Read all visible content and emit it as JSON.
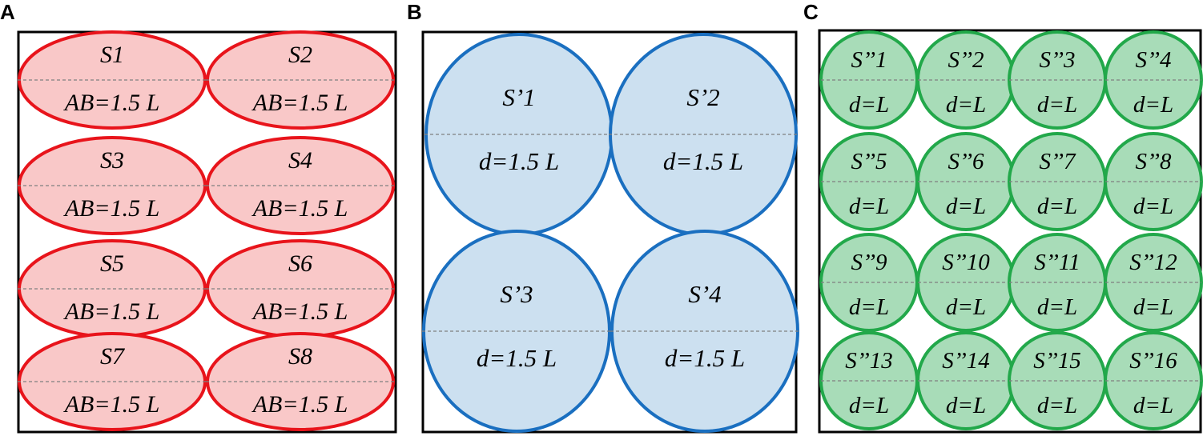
{
  "panels": [
    {
      "letter": "A",
      "edge_color": "#e8141b",
      "fill_color": "#f9c8c8",
      "shapes": [
        {
          "name": "S1",
          "measure": "AB=1.5 L"
        },
        {
          "name": "S2",
          "measure": "AB=1.5 L"
        },
        {
          "name": "S3",
          "measure": "AB=1.5 L"
        },
        {
          "name": "S4",
          "measure": "AB=1.5 L"
        },
        {
          "name": "S5",
          "measure": "AB=1.5 L"
        },
        {
          "name": "S6",
          "measure": "AB=1.5 L"
        },
        {
          "name": "S7",
          "measure": "AB=1.5 L"
        },
        {
          "name": "S8",
          "measure": "AB=1.5 L"
        }
      ]
    },
    {
      "letter": "B",
      "edge_color": "#1a6fc0",
      "fill_color": "#cce0f0",
      "shapes": [
        {
          "name": "S’1",
          "measure": "d=1.5 L"
        },
        {
          "name": "S’2",
          "measure": "d=1.5 L"
        },
        {
          "name": "S’3",
          "measure": "d=1.5 L"
        },
        {
          "name": "S’4",
          "measure": "d=1.5 L"
        }
      ]
    },
    {
      "letter": "C",
      "edge_color": "#22a84a",
      "fill_color": "#a8dcb8",
      "shapes": [
        {
          "name": "S’’1",
          "measure": "d=L"
        },
        {
          "name": "S’’2",
          "measure": "d=L"
        },
        {
          "name": "S’’3",
          "measure": "d=L"
        },
        {
          "name": "S’’4",
          "measure": "d=L"
        },
        {
          "name": "S’’5",
          "measure": "d=L"
        },
        {
          "name": "S’’6",
          "measure": "d=L"
        },
        {
          "name": "S’’7",
          "measure": "d=L"
        },
        {
          "name": "S’’8",
          "measure": "d=L"
        },
        {
          "name": "S’’9",
          "measure": "d=L"
        },
        {
          "name": "S’’10",
          "measure": "d=L"
        },
        {
          "name": "S’’11",
          "measure": "d=L"
        },
        {
          "name": "S’’12",
          "measure": "d=L"
        },
        {
          "name": "S’’13",
          "measure": "d=L"
        },
        {
          "name": "S’’14",
          "measure": "d=L"
        },
        {
          "name": "S’’15",
          "measure": "d=L"
        },
        {
          "name": "S’’16",
          "measure": "d=L"
        }
      ]
    }
  ]
}
